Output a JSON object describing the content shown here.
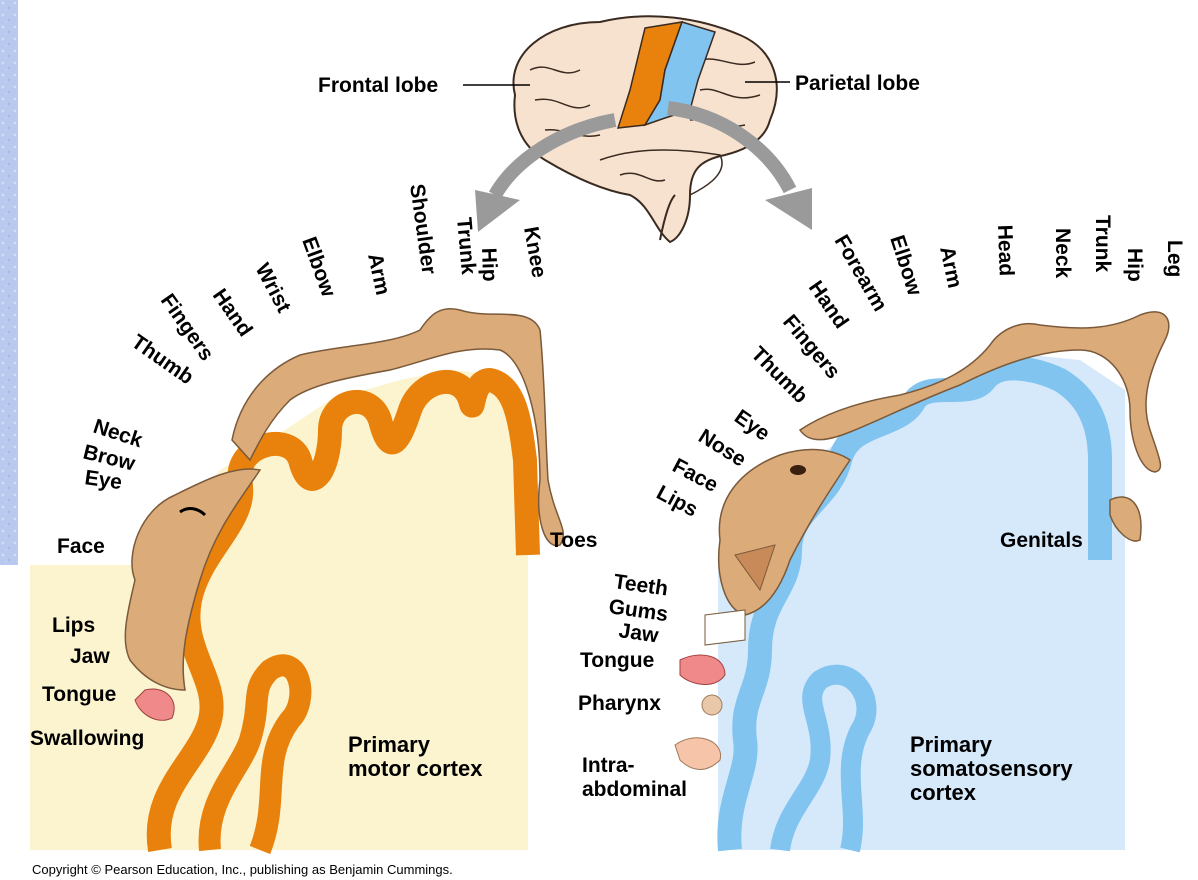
{
  "colors": {
    "background_pattern": "#b9c8ee",
    "motor": "#e8820c",
    "sensory": "#82c4f0",
    "motor_fill": "#fcf4cf",
    "sensory_fill": "#d6e9fb",
    "skin": "#dcab7a",
    "arrow": "#9a9a9a"
  },
  "brain": {
    "frontal_lobe": "Frontal lobe",
    "parietal_lobe": "Parietal lobe"
  },
  "motor": {
    "title_line1": "Primary",
    "title_line2": "motor cortex",
    "labels": {
      "thumb": "Thumb",
      "fingers": "Fingers",
      "hand": "Hand",
      "wrist": "Wrist",
      "elbow": "Elbow",
      "arm": "Arm",
      "shoulder": "Shoulder",
      "trunk": "Trunk",
      "hip": "Hip",
      "knee": "Knee",
      "neck": "Neck",
      "brow": "Brow",
      "eye": "Eye",
      "face": "Face",
      "lips": "Lips",
      "jaw": "Jaw",
      "tongue": "Tongue",
      "swallowing": "Swallowing",
      "toes": "Toes"
    }
  },
  "sensory": {
    "title_line1": "Primary",
    "title_line2": "somatosensory",
    "title_line3": "cortex",
    "labels": {
      "forearm": "Forearm",
      "elbow": "Elbow",
      "arm": "Arm",
      "head": "Head",
      "neck": "Neck",
      "trunk": "Trunk",
      "hip": "Hip",
      "leg": "Leg",
      "hand": "Hand",
      "fingers": "Fingers",
      "thumb": "Thumb",
      "eye": "Eye",
      "nose": "Nose",
      "face": "Face",
      "lips": "Lips",
      "teeth": "Teeth",
      "gums": "Gums",
      "jaw": "Jaw",
      "tongue": "Tongue",
      "pharynx": "Pharynx",
      "intra_line1": "Intra-",
      "intra_line2": "abdominal",
      "genitals": "Genitals"
    }
  },
  "copyright": "Copyright © Pearson Education, Inc., publishing as Benjamin Cummings."
}
